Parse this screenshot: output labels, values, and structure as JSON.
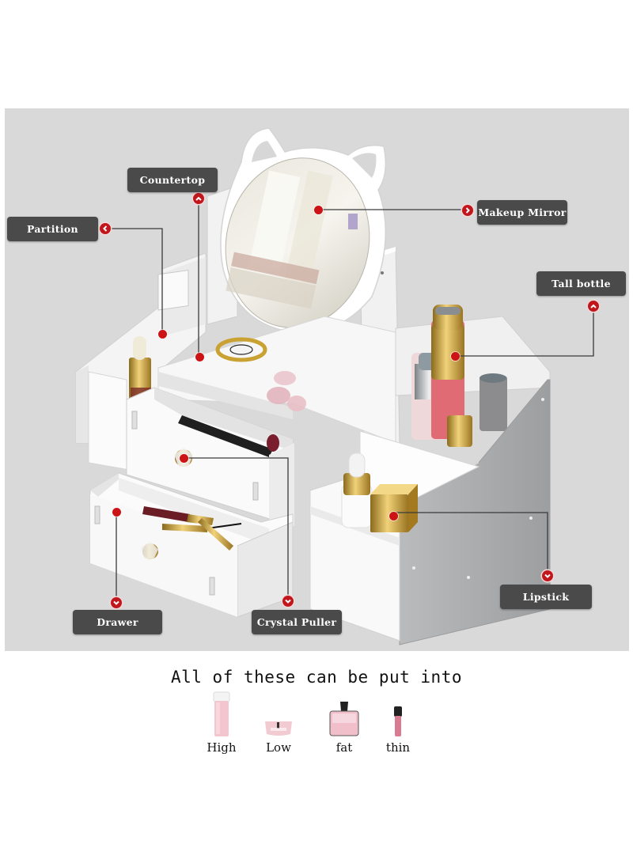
{
  "callouts": {
    "countertop": "Countertop",
    "partition": "Partition",
    "makeup_mirror": "Makeup Mirror",
    "tall_bottle": "Tall bottle",
    "drawer": "Drawer",
    "crystal_puller": "Crystal Puller",
    "lipstick": "Lipstick"
  },
  "colors": {
    "panel_background": "#d9d9d9",
    "label_background": "#4a4a4a",
    "label_text": "#ffffff",
    "marker_red": "#c0161c",
    "leader_line": "#3a3a3a"
  },
  "caption": "All of these can be put into",
  "items": [
    {
      "label": "High",
      "icon": "tall-toner-bottle-icon"
    },
    {
      "label": "Low",
      "icon": "cream-jar-icon"
    },
    {
      "label": "fat",
      "icon": "perfume-bottle-icon"
    },
    {
      "label": "thin",
      "icon": "lip-gloss-tube-icon"
    }
  ]
}
